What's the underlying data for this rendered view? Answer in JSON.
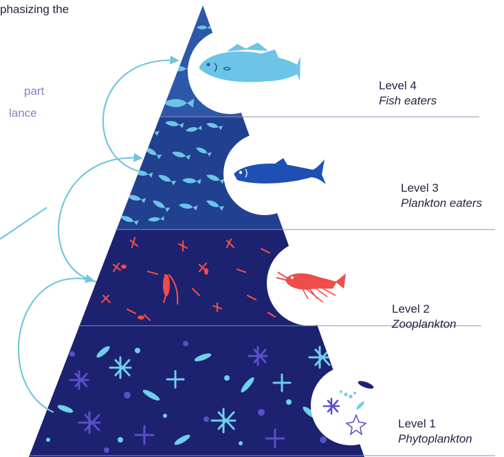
{
  "cutoff_text": {
    "top": "phasizing the",
    "purple_1": "part",
    "purple_2": "lance"
  },
  "levels": [
    {
      "title": "Level 4",
      "name": "Fish eaters"
    },
    {
      "title": "Level 3",
      "name": "Plankton eaters"
    },
    {
      "title": "Level 2",
      "name": "Zooplankton"
    },
    {
      "title": "Level 1",
      "name": "Phytoplankton"
    }
  ],
  "colors": {
    "pyramid_dark": "#1c2170",
    "level3_bg": "#21408f",
    "level4_bg": "#2d57a8",
    "fish_light": "#6cc4e6",
    "herring": "#1f4fb5",
    "krill": "#ef4d4a",
    "phyto_purple": "#5b4fc7",
    "phyto_cyan": "#6fd0e8",
    "arrow": "#70c7dc",
    "divider": "#8f8bc2",
    "text": "#1f2340",
    "text_purple": "#8a7fc0"
  }
}
